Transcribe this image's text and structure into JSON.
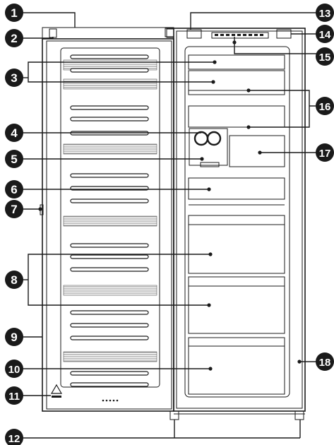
{
  "callouts": [
    {
      "num": "1"
    },
    {
      "num": "2"
    },
    {
      "num": "3"
    },
    {
      "num": "4"
    },
    {
      "num": "5"
    },
    {
      "num": "6"
    },
    {
      "num": "7"
    },
    {
      "num": "8"
    },
    {
      "num": "9"
    },
    {
      "num": "10"
    },
    {
      "num": "11"
    },
    {
      "num": "12"
    },
    {
      "num": "13"
    },
    {
      "num": "14"
    },
    {
      "num": "15"
    },
    {
      "num": "16"
    },
    {
      "num": "17"
    },
    {
      "num": "18"
    }
  ],
  "icons": {
    "recycle_logo": "recycle-triangle-icon",
    "indicator_dots": "dots-indicator"
  },
  "colors": {
    "ink": "#1a1a1a",
    "background": "#ffffff"
  }
}
